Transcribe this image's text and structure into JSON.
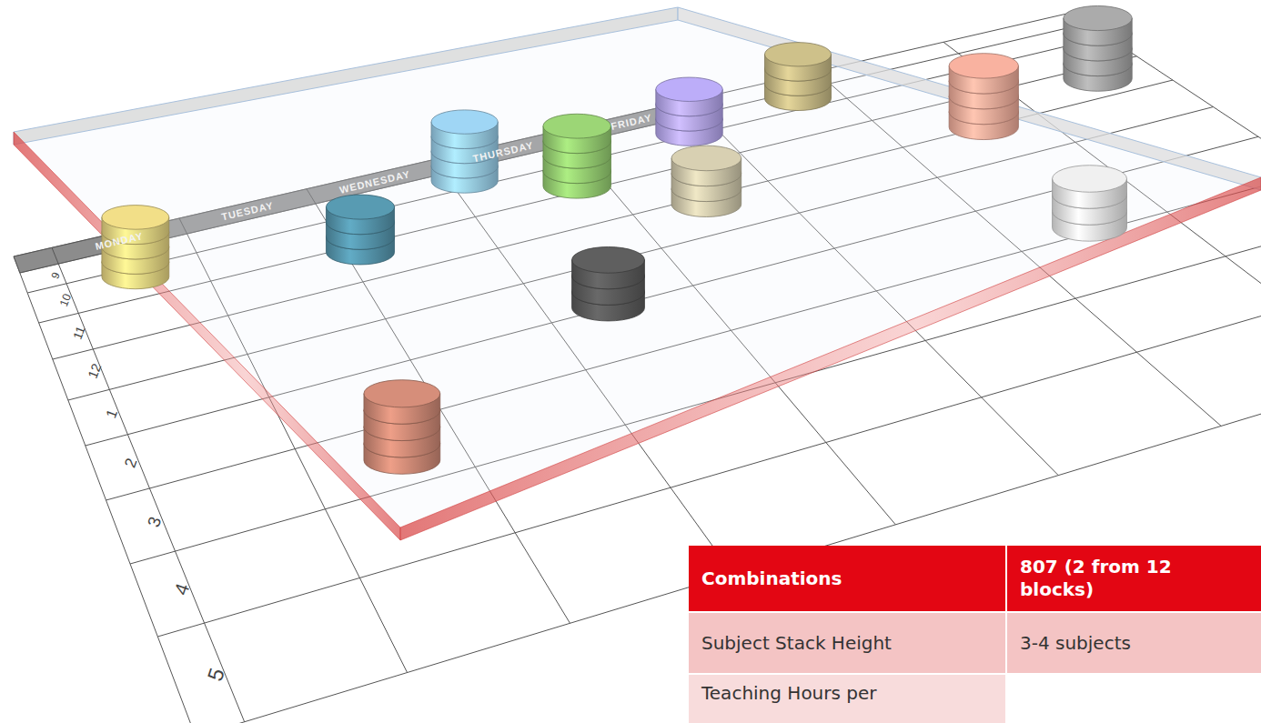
{
  "diagram": {
    "labels": [
      "MONDAY",
      "TUESDAY",
      "WEDNESDAY",
      "THURSDAY",
      "FRIDAY",
      "9",
      "10",
      "11",
      "12",
      "1",
      "2",
      "3",
      "4",
      "5",
      "Combinations",
      "807 (2 from 12 blocks)",
      "Subject Stack Height",
      "3-4 subjects",
      "Teaching Hours per"
    ]
  }
}
